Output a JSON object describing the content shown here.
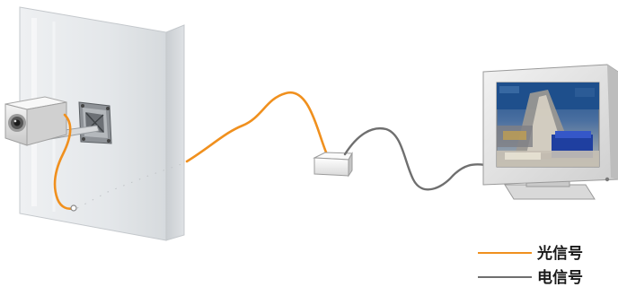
{
  "legend": {
    "items": [
      {
        "label": "光信号",
        "color": "#f0901e",
        "icon": "optical-signal-line"
      },
      {
        "label": "电信号",
        "color": "#6f6f6f",
        "icon": "electrical-signal-line"
      }
    ]
  },
  "components": {
    "camera": "camera-icon",
    "wall": "wall-panel",
    "converter": "converter-box-icon",
    "monitor": "monitor-icon"
  },
  "colors": {
    "optical": "#f0901e",
    "electrical": "#6f6f6f"
  }
}
